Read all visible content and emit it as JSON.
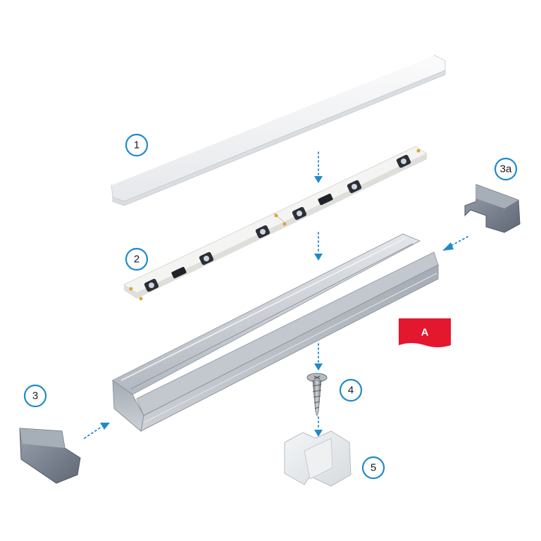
{
  "callouts": {
    "c1": "1",
    "c2": "2",
    "c3": "3",
    "c3a": "3a",
    "c4": "4",
    "c5": "5"
  },
  "badge": {
    "label": "A",
    "color": "#e3172d"
  },
  "colors": {
    "accent": "#1f8ac9",
    "profile": "#b9bfc7",
    "end_cap": "#7d8794",
    "strip": "#f4f4f2",
    "diffuser": "#f2f3f5"
  }
}
